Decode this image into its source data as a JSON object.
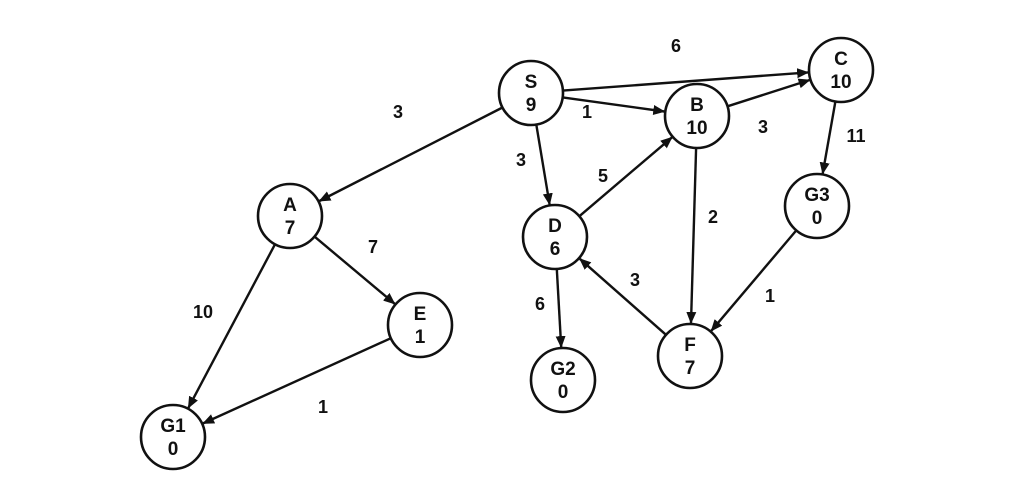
{
  "graph": {
    "nodes": [
      {
        "id": "S",
        "label": "S",
        "value": "9"
      },
      {
        "id": "A",
        "label": "A",
        "value": "7"
      },
      {
        "id": "B",
        "label": "B",
        "value": "10"
      },
      {
        "id": "C",
        "label": "C",
        "value": "10"
      },
      {
        "id": "D",
        "label": "D",
        "value": "6"
      },
      {
        "id": "E",
        "label": "E",
        "value": "1"
      },
      {
        "id": "F",
        "label": "F",
        "value": "7"
      },
      {
        "id": "G1",
        "label": "G1",
        "value": "0"
      },
      {
        "id": "G2",
        "label": "G2",
        "value": "0"
      },
      {
        "id": "G3",
        "label": "G3",
        "value": "0"
      }
    ],
    "edges": [
      {
        "from": "S",
        "to": "C",
        "weight": "6"
      },
      {
        "from": "S",
        "to": "B",
        "weight": "1"
      },
      {
        "from": "S",
        "to": "A",
        "weight": "3"
      },
      {
        "from": "S",
        "to": "D",
        "weight": "3"
      },
      {
        "from": "B",
        "to": "C",
        "weight": "3"
      },
      {
        "from": "B",
        "to": "F",
        "weight": "2"
      },
      {
        "from": "D",
        "to": "B",
        "weight": "5"
      },
      {
        "from": "D",
        "to": "G2",
        "weight": "6"
      },
      {
        "from": "F",
        "to": "D",
        "weight": "3"
      },
      {
        "from": "C",
        "to": "G3",
        "weight": "11"
      },
      {
        "from": "G3",
        "to": "F",
        "weight": "1"
      },
      {
        "from": "A",
        "to": "E",
        "weight": "7"
      },
      {
        "from": "A",
        "to": "G1",
        "weight": "10"
      },
      {
        "from": "E",
        "to": "G1",
        "weight": "1"
      }
    ]
  }
}
